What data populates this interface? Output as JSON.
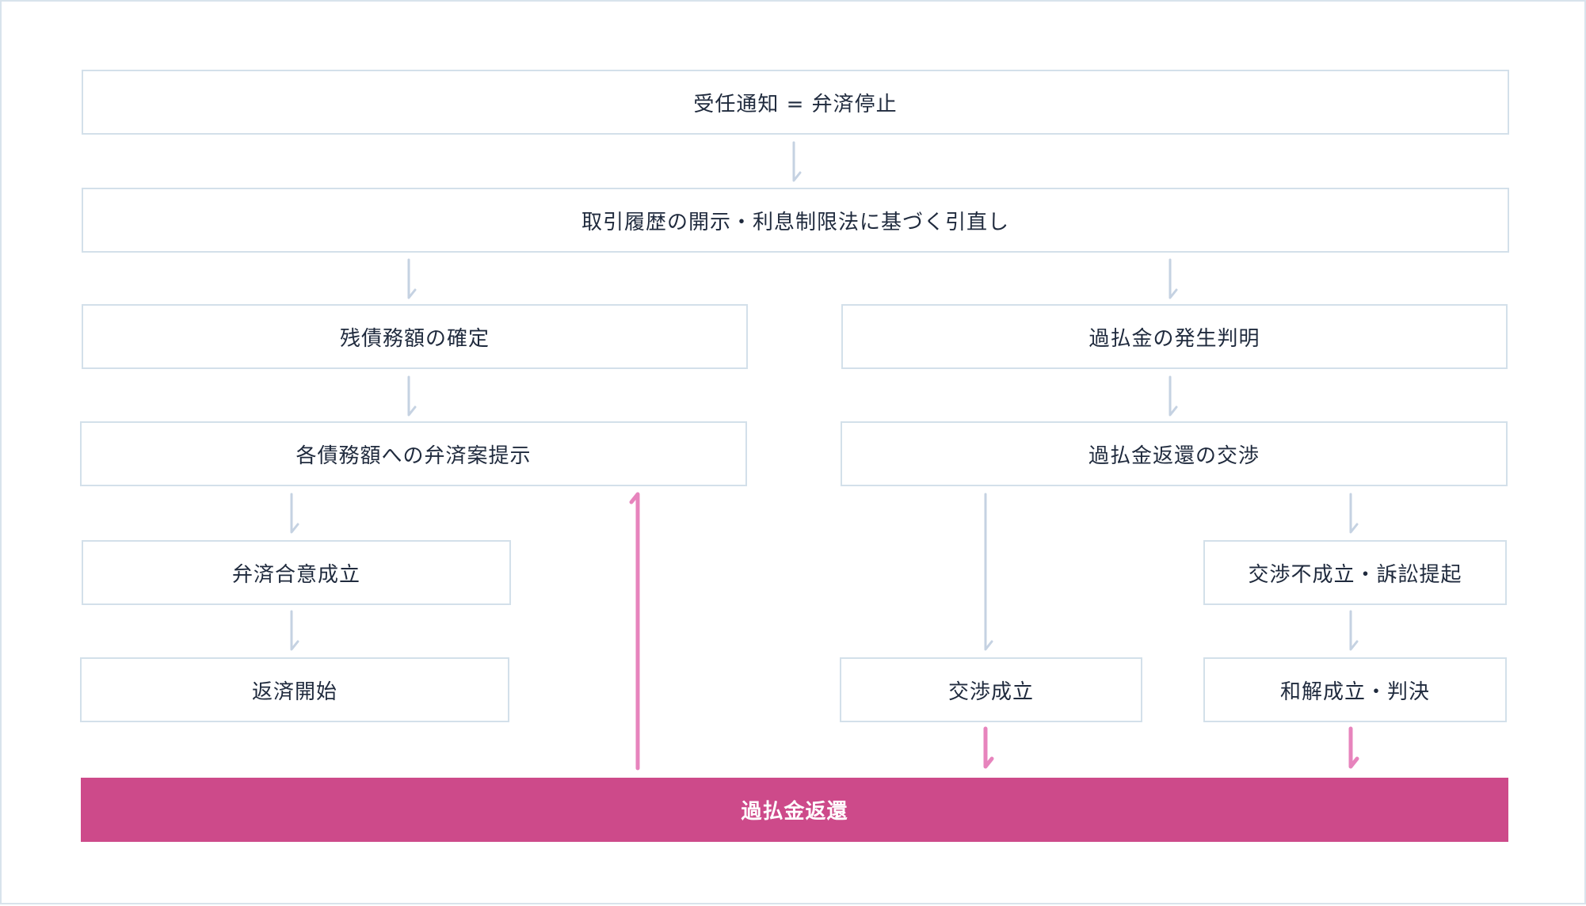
{
  "colors": {
    "box_border": "#d3e0ea",
    "text": "#1f2a3d",
    "arrow_gray": "#c5d2e2",
    "arrow_pink": "#e784bd",
    "final_fill": "#cd4a8a",
    "final_text": "#ffffff"
  },
  "nodes": {
    "notice": "受任通知 = 弁済停止",
    "disclosure": "取引履歴の開示・利息制限法に基づく引直し",
    "debt_confirm": "残債務額の確定",
    "overpay_found": "過払金の発生判明",
    "repay_proposal": "各債務額への弁済案提示",
    "refund_negotiation": "過払金返還の交渉",
    "agreement": "弁済合意成立",
    "lawsuit": "交渉不成立・訴訟提起",
    "repay_start": "返済開始",
    "negotiation_success": "交渉成立",
    "settlement": "和解成立・判決",
    "refund": "過払金返還"
  }
}
